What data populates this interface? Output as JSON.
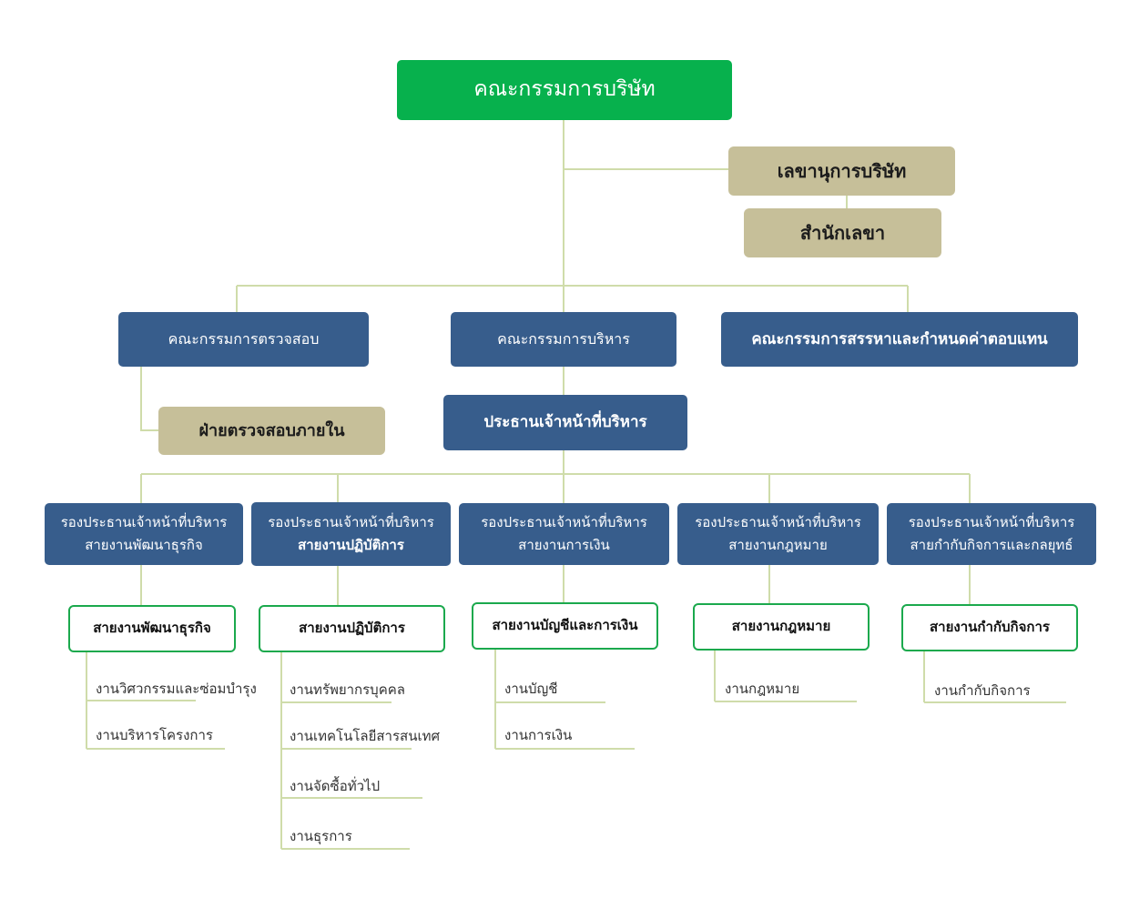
{
  "top": {
    "board": "คณะกรรมการบริษัท",
    "secretary": "เลขานุการบริษัท",
    "secretary_office": "สำนักเลขา"
  },
  "committees": {
    "audit": "คณะกรรมการตรวจสอบ",
    "executive": "คณะกรรมการบริหาร",
    "nomination": "คณะกรรมการสรรหาและกำหนดค่าตอบแทน"
  },
  "internal_audit": "ฝ่ายตรวจสอบภายใน",
  "ceo": "ประธานเจ้าหน้าที่บริหาร",
  "vps": [
    {
      "title": "รองประธานเจ้าหน้าที่บริหาร",
      "line": "สายงานพัฒนาธุรกิจ"
    },
    {
      "title": "รองประธานเจ้าหน้าที่บริหาร",
      "line": "สายงานปฏิบัติการ"
    },
    {
      "title": "รองประธานเจ้าหน้าที่บริหาร",
      "line": "สายงานการเงิน"
    },
    {
      "title": "รองประธานเจ้าหน้าที่บริหาร",
      "line": "สายงานกฎหมาย"
    },
    {
      "title": "รองประธานเจ้าหน้าที่บริหาร",
      "line": "สายกำกับกิจการและกลยุทธ์"
    }
  ],
  "departments": [
    {
      "name": "สายงานพัฒนาธุรกิจ",
      "units": [
        "งานวิศวกรรมและซ่อมบำรุง",
        "งานบริหารโครงการ"
      ]
    },
    {
      "name": "สายงานปฏิบัติการ",
      "units": [
        "งานทรัพยากรบุคคล",
        "งานเทคโนโลยีสารสนเทศ",
        "งานจัดซื้อทั่วไป",
        "งานธุรการ"
      ]
    },
    {
      "name": "สายงานบัญชีและการเงิน",
      "units": [
        "งานบัญชี",
        "งานการเงิน"
      ]
    },
    {
      "name": "สายงานกฎหมาย",
      "units": [
        "งานกฎหมาย"
      ]
    },
    {
      "name": "สายงานกำกับกิจการ",
      "units": [
        "งานกำกับกิจการ"
      ]
    }
  ],
  "colors": {
    "board_green": "#07b14d",
    "secretary_tan": "#c6bf99",
    "navy_blue": "#375d8c",
    "connector": "#cfdcaa",
    "outline_green": "#1ba94d"
  }
}
